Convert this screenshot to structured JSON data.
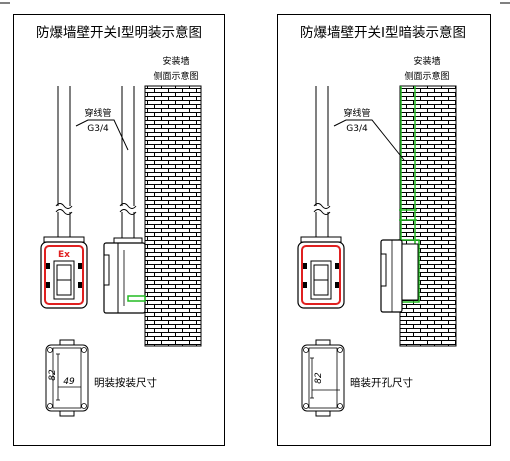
{
  "panels": [
    {
      "title": "防爆墙壁开关I型明装示意图",
      "wall_label_line1": "安装墙",
      "wall_label_line2": "侧面示意图",
      "conduit_label_line1": "穿线管",
      "conduit_label_line2": "G3/4",
      "ex_mark": "Ex",
      "dim_vertical": "82",
      "dim_horizontal": "49",
      "caption": "明装按装尺寸"
    },
    {
      "title": "防爆墙壁开关I型暗装示意图",
      "wall_label_line1": "安装墙",
      "wall_label_line2": "侧面示意图",
      "conduit_label_line1": "穿线管",
      "conduit_label_line2": "G3/4",
      "ex_mark": "",
      "dim_vertical": "82",
      "caption": "暗装开孔尺寸"
    }
  ],
  "colors": {
    "ex_red": "#e02020",
    "recess_green": "#22bb22",
    "line": "#000000"
  }
}
